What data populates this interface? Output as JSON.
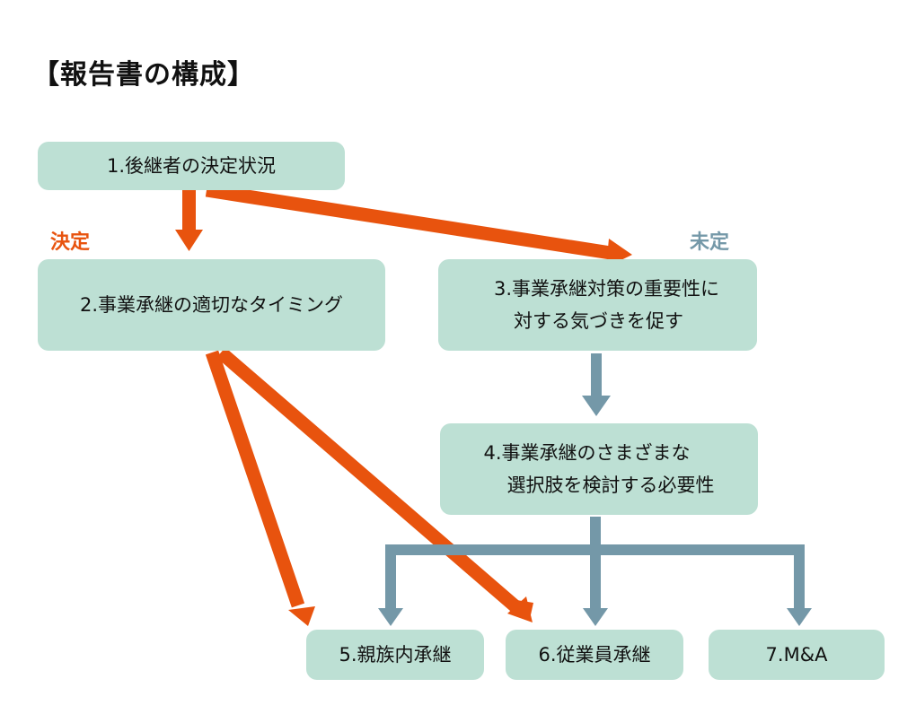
{
  "title": "【報告書の構成】",
  "colors": {
    "box_fill": "#bde0d4",
    "decided_arrow": "#e8530e",
    "undecided_arrow": "#7498a8",
    "decided_label": "#e8530e",
    "undecided_label": "#7498a8"
  },
  "labels": {
    "decided": "決定",
    "undecided": "未定"
  },
  "nodes": [
    {
      "id": "1",
      "lines": [
        "1.後継者の決定状況"
      ]
    },
    {
      "id": "2",
      "lines": [
        "2.事業承継の適切なタイミング"
      ]
    },
    {
      "id": "3",
      "lines": [
        "3.事業承継対策の重要性に",
        "対する気づきを促す"
      ]
    },
    {
      "id": "4",
      "lines": [
        "4.事業承継のさまざまな",
        "選択肢を検討する必要性"
      ]
    },
    {
      "id": "5",
      "lines": [
        "5.親族内承継"
      ]
    },
    {
      "id": "6",
      "lines": [
        "6.従業員承継"
      ]
    },
    {
      "id": "7",
      "lines": [
        "7.M&A"
      ]
    }
  ],
  "edges": [
    {
      "from": "1",
      "to": "2",
      "type": "decided"
    },
    {
      "from": "1",
      "to": "3",
      "type": "decided"
    },
    {
      "from": "2",
      "to": "5",
      "type": "decided"
    },
    {
      "from": "2",
      "to": "6",
      "type": "decided"
    },
    {
      "from": "3",
      "to": "4",
      "type": "undecided"
    },
    {
      "from": "4",
      "to": "5",
      "type": "undecided"
    },
    {
      "from": "4",
      "to": "6",
      "type": "undecided"
    },
    {
      "from": "4",
      "to": "7",
      "type": "undecided"
    }
  ]
}
